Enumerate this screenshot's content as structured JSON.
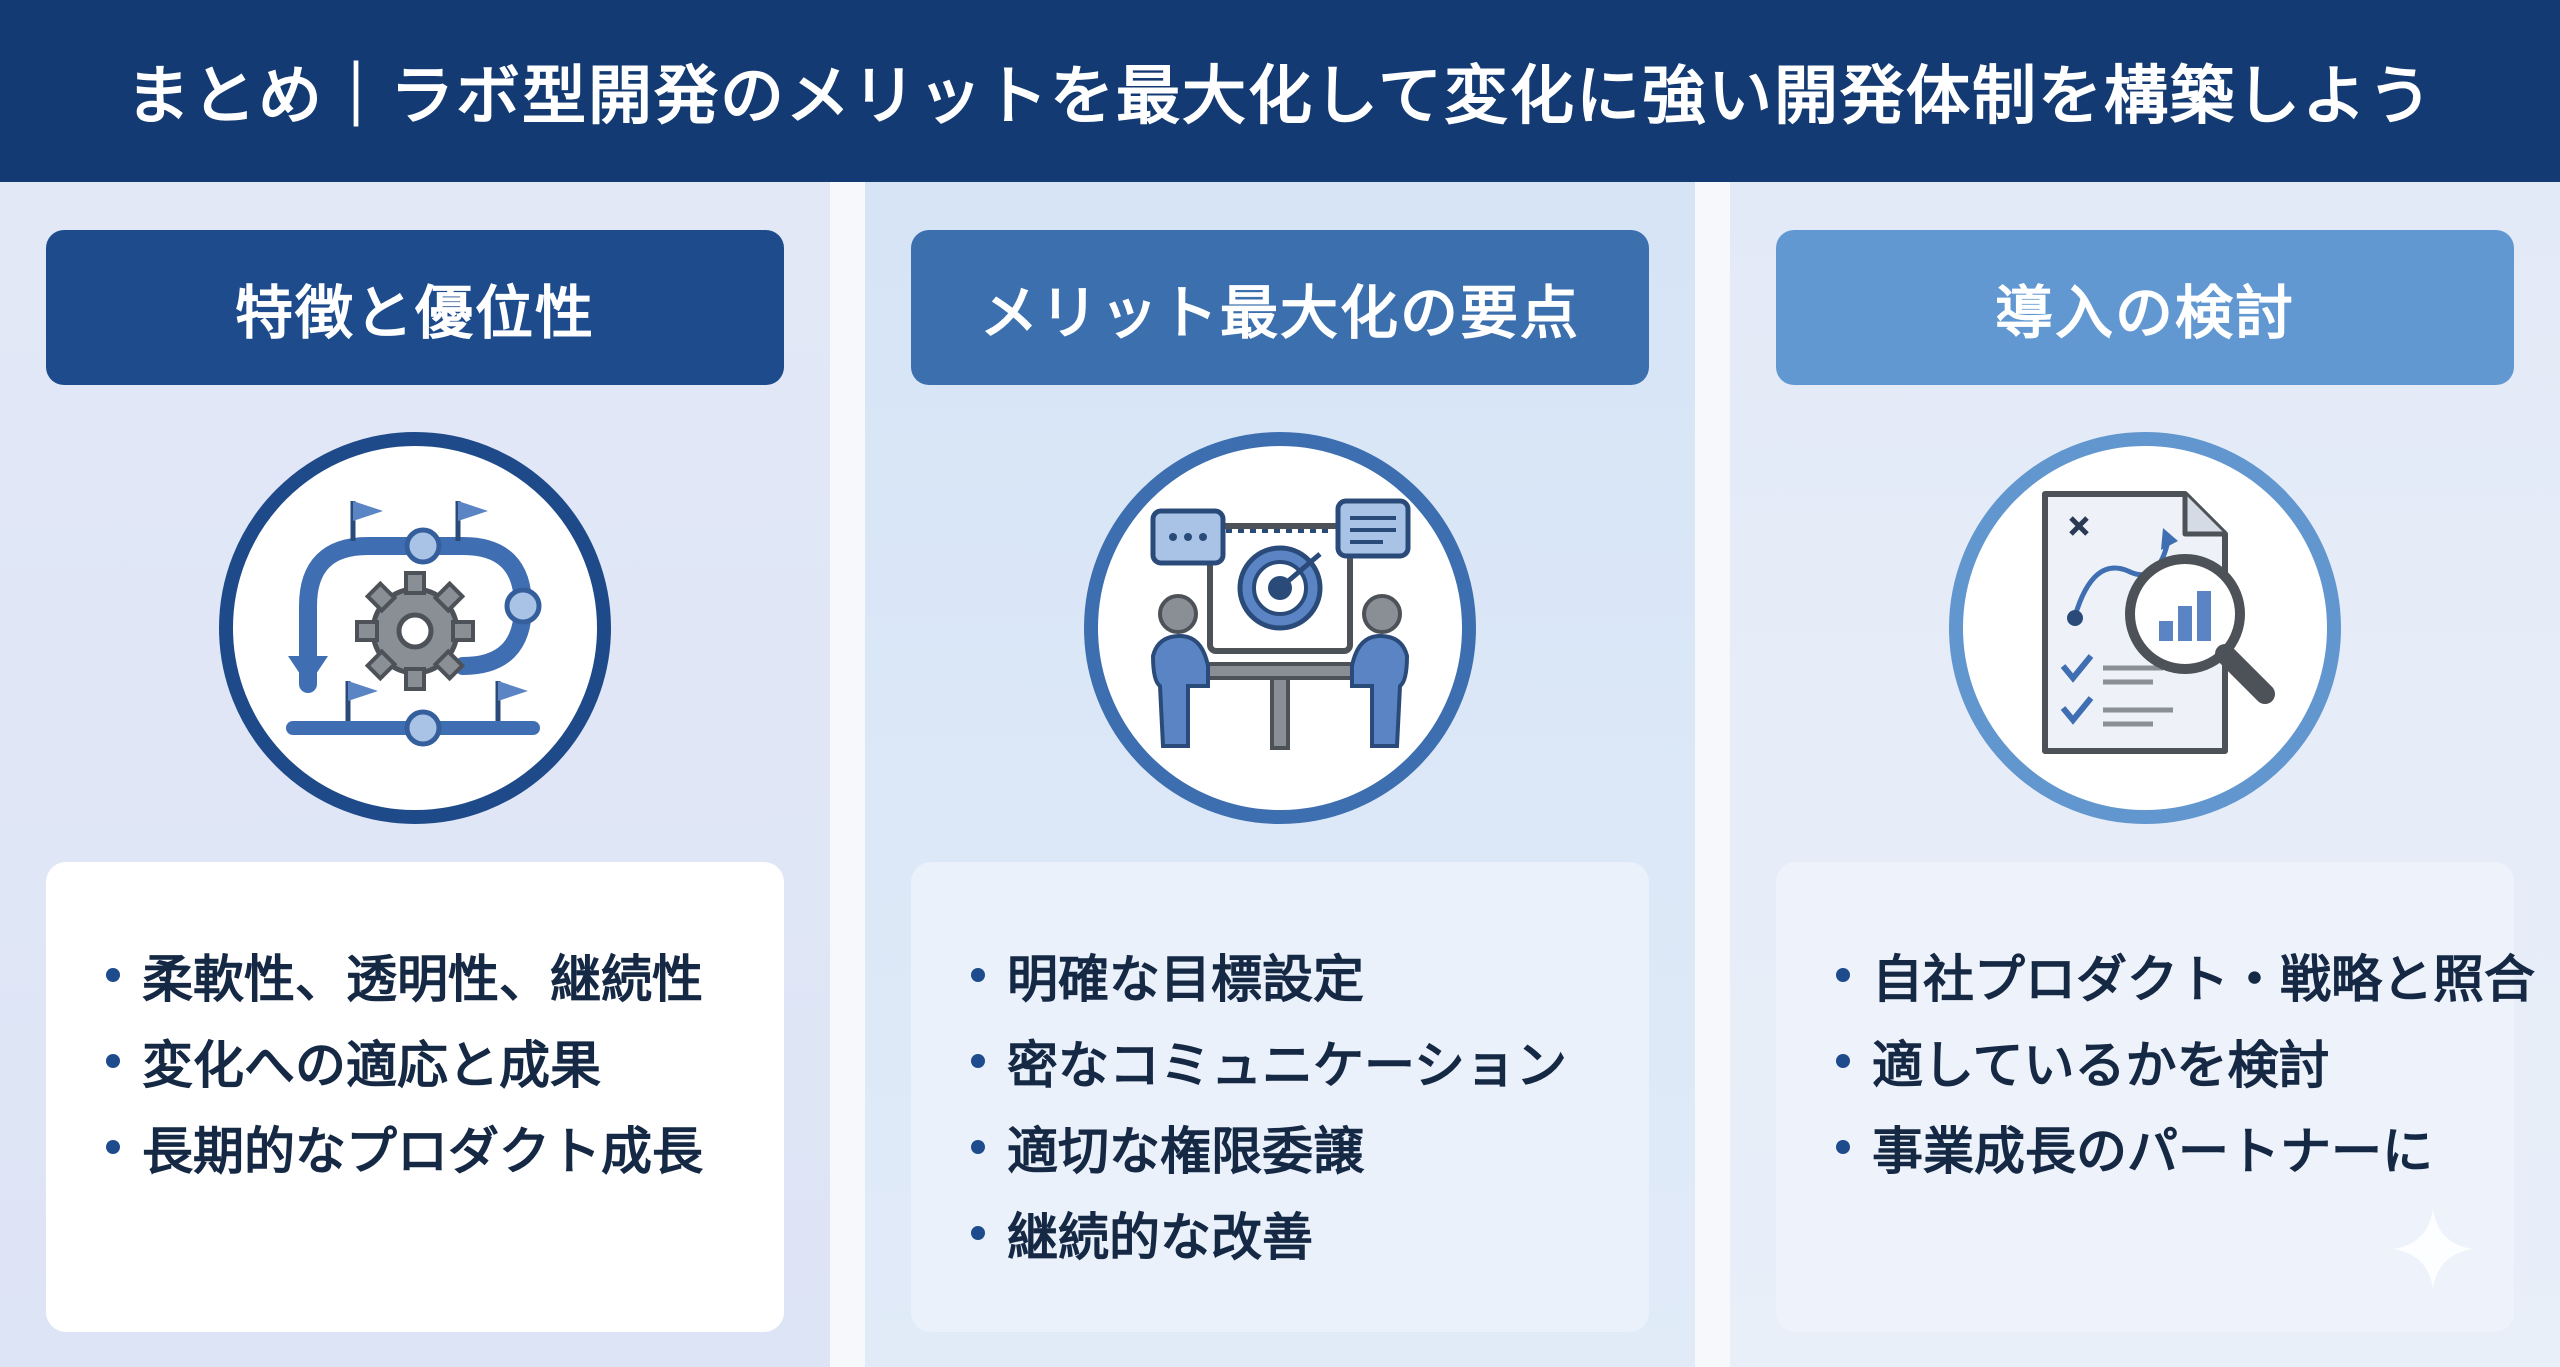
{
  "header": {
    "title": "まとめ｜ラボ型開発のメリットを最大化して変化に強い開発体制を構築しよう"
  },
  "columns": [
    {
      "title": "特徴と優位性",
      "icon": "agile-cycle-gear-icon",
      "items": [
        "柔軟性、透明性、継続性",
        "変化への適応と成果",
        "長期的なプロダクト成長"
      ]
    },
    {
      "title": "メリット最大化の要点",
      "icon": "team-meeting-target-icon",
      "items": [
        "明確な目標設定",
        "密なコミュニケーション",
        "適切な権限委譲",
        "継続的な改善"
      ]
    },
    {
      "title": "導入の検討",
      "icon": "document-magnifier-icon",
      "items": [
        "自社プロダクト・戦略と照合",
        "適しているかを検討",
        "事業成長のパートナーに"
      ]
    }
  ],
  "colors": {
    "header_bg": "#133a72",
    "col1_accent": "#1d4b8c",
    "col2_accent": "#3c6fae",
    "col3_accent": "#6298d1",
    "text": "#152844"
  }
}
